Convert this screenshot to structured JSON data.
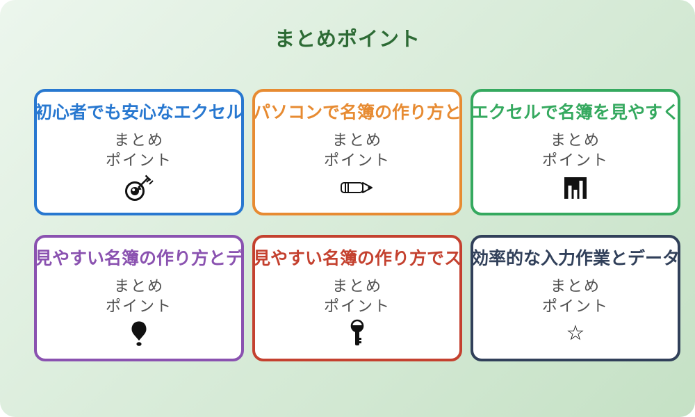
{
  "page": {
    "title": "まとめポイント",
    "title_color": "#2d6b35",
    "background_from": "#ecf6ed",
    "background_to": "#c5e1c5"
  },
  "subtitle_lines": [
    "まとめ",
    "ポイント"
  ],
  "cards": [
    {
      "title": "初心者でも安心なエクセル",
      "color": "#2878d0",
      "icon": "target-icon"
    },
    {
      "title": "パソコンで名簿の作り方と",
      "color": "#e78b32",
      "icon": "pencil-icon"
    },
    {
      "title": "エクセルで名簿を見やすく",
      "color": "#35a95f",
      "icon": "bar-chart-icon"
    },
    {
      "title": "見やすい名簿の作り方とデ",
      "color": "#8a52b0",
      "icon": "lightbulb-icon"
    },
    {
      "title": "見やすい名簿の作り方でス",
      "color": "#c4412f",
      "icon": "key-icon"
    },
    {
      "title": "効率的な入力作業とデータ",
      "color": "#31405a",
      "icon": "star-icon"
    }
  ]
}
